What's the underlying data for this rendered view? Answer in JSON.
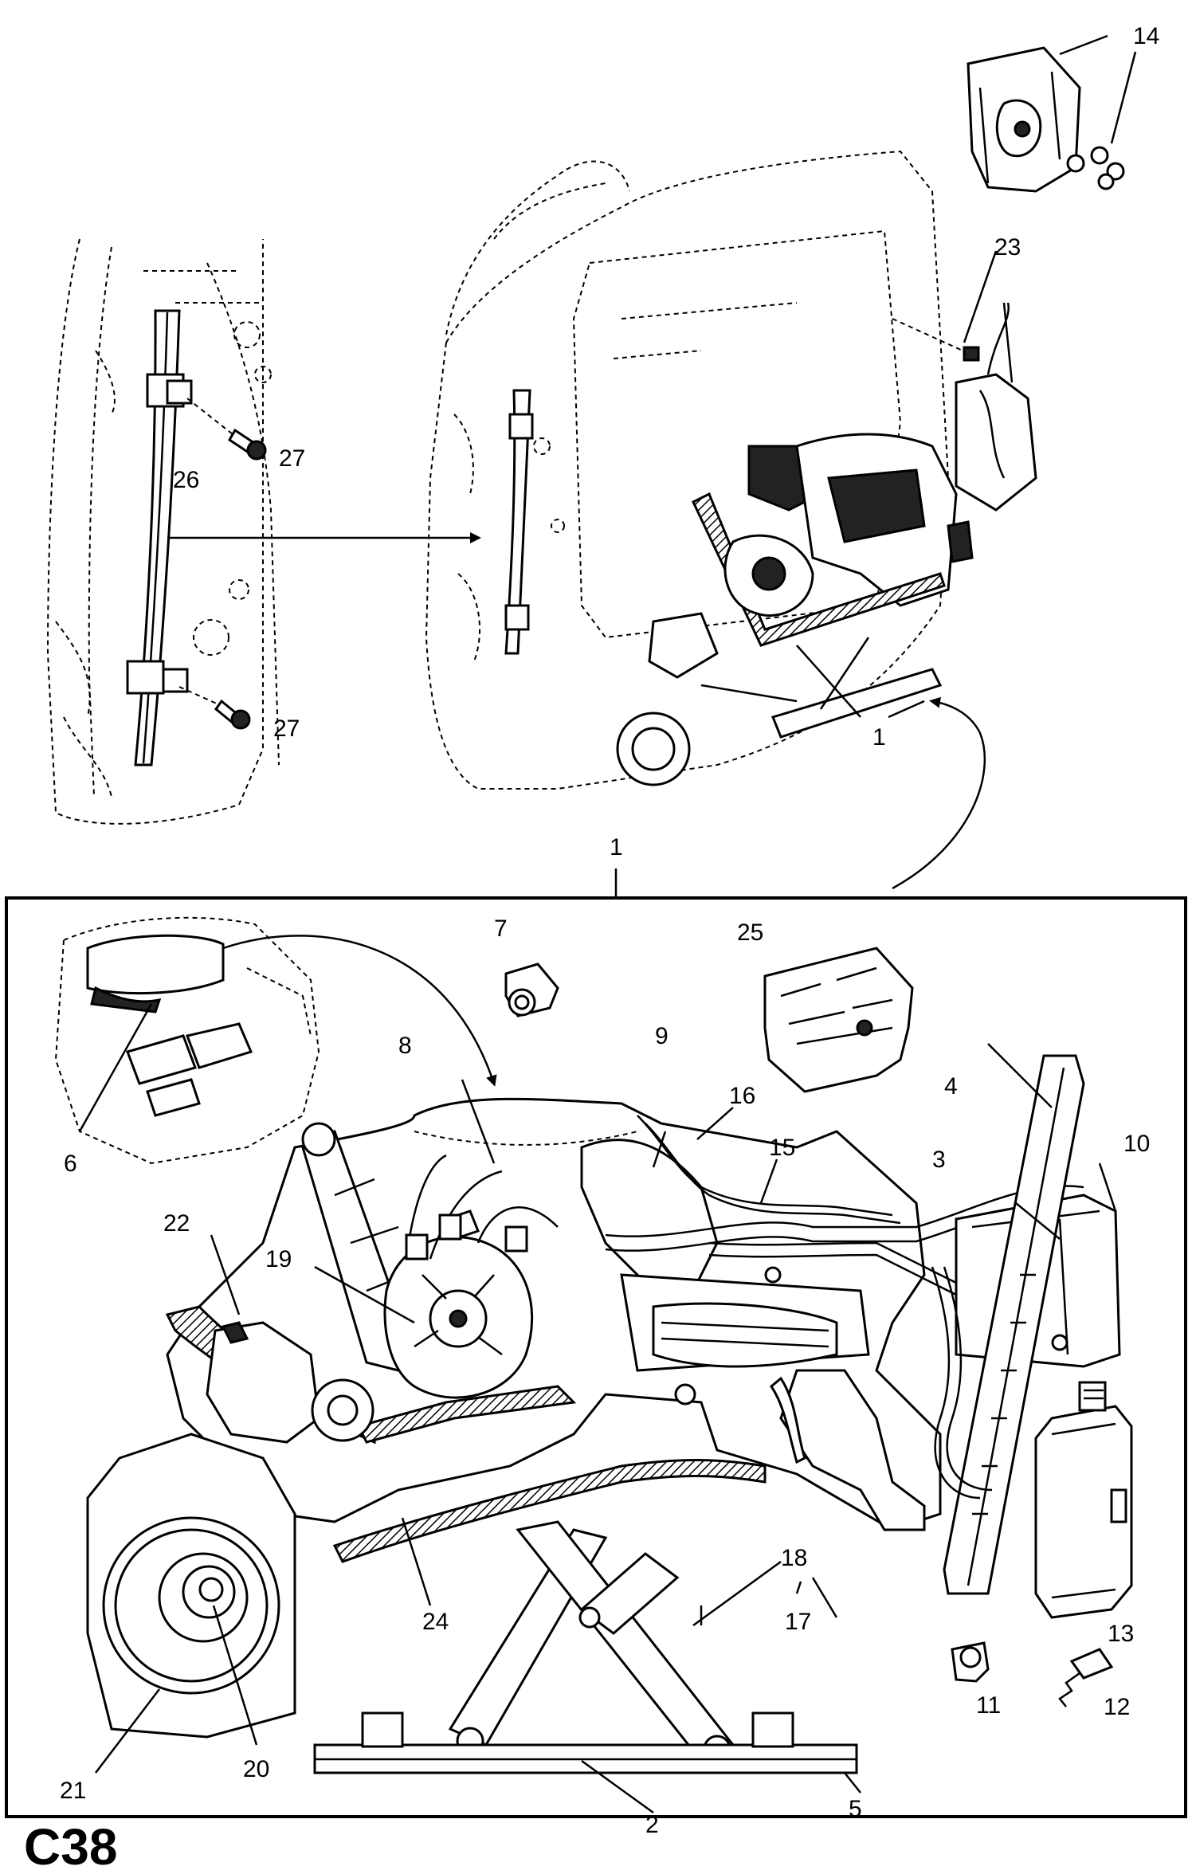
{
  "diagram_code": "C38",
  "callouts": [
    "1",
    "1",
    "2",
    "3",
    "4",
    "5",
    "6",
    "7",
    "8",
    "9",
    "10",
    "11",
    "12",
    "13",
    "14",
    "15",
    "16",
    "17",
    "18",
    "19",
    "20",
    "21",
    "22",
    "23",
    "24",
    "25",
    "26",
    "27",
    "27"
  ]
}
